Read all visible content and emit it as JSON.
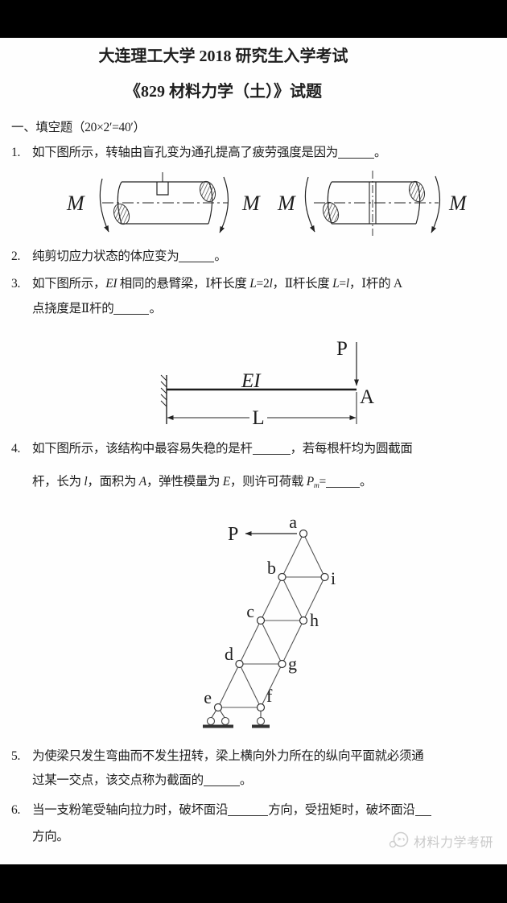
{
  "page": {
    "letterbox_color": "#000000",
    "paper_color": "#fefefe",
    "ink_color": "#1e1e1e",
    "watermark_color": "#c9c9c9"
  },
  "header": {
    "title": "大连理工大学 2018 研究生入学考试",
    "subtitle": "《829 材料力学（土）》试题"
  },
  "section": {
    "heading": "一、填空题（20×2′=40′）"
  },
  "questions": [
    {
      "number": "1.",
      "lines": [
        [
          {
            "text": "如下图所示，转轴由盲孔变为通孔提高了疲劳强度是因为"
          },
          {
            "blank": 45
          },
          {
            "text": "。"
          }
        ]
      ]
    },
    {
      "number": "2.",
      "lines": [
        [
          {
            "text": "纯剪切应力状态的体应变为"
          },
          {
            "blank": 44
          },
          {
            "text": "。"
          }
        ]
      ]
    },
    {
      "number": "3.",
      "lines": [
        [
          {
            "text": "如下图所示，"
          },
          {
            "text": "EI",
            "italic": true
          },
          {
            "text": " 相同的悬臂梁，Ⅰ杆长度 "
          },
          {
            "text": "L",
            "italic": true
          },
          {
            "text": "=2"
          },
          {
            "text": "l",
            "italic": true
          },
          {
            "text": "，Ⅱ杆长度 "
          },
          {
            "text": "L",
            "italic": true
          },
          {
            "text": "="
          },
          {
            "text": "l",
            "italic": true
          },
          {
            "text": "，Ⅰ杆的 A"
          }
        ],
        [
          {
            "text": "点挠度是Ⅱ杆的"
          },
          {
            "blank": 44
          },
          {
            "text": "。"
          }
        ]
      ]
    },
    {
      "number": "4.",
      "lines": [
        [
          {
            "text": "如下图所示，该结构中最容易失稳的是杆"
          },
          {
            "blank": 47
          },
          {
            "text": "，若每根杆均为圆截面"
          }
        ],
        [
          {
            "text": "杆，长为 "
          },
          {
            "text": "l",
            "italic": true
          },
          {
            "text": "，面积为 "
          },
          {
            "text": "A",
            "italic": true
          },
          {
            "text": "，弹性模量为 "
          },
          {
            "text": "E",
            "italic": true
          },
          {
            "text": "，则许可荷载 "
          },
          {
            "text": "P",
            "italic": true
          },
          {
            "text": "m",
            "italic": true,
            "sub": true
          },
          {
            "text": "="
          },
          {
            "blank": 42
          },
          {
            "text": "。"
          }
        ]
      ]
    },
    {
      "number": "5.",
      "lines": [
        [
          {
            "text": "为使梁只发生弯曲而不发生扭转，梁上横向外力所在的纵向平面就必须通"
          }
        ],
        [
          {
            "text": "过某一交点，该交点称为截面的"
          },
          {
            "blank": 45
          },
          {
            "text": "。"
          }
        ]
      ]
    },
    {
      "number": "6.",
      "lines": [
        [
          {
            "text": "当一支粉笔受轴向拉力时，破坏面沿"
          },
          {
            "blank": 50
          },
          {
            "text": "方向，受扭矩时，破坏面沿"
          },
          {
            "blank": 20
          }
        ],
        [
          {
            "text": "方向。"
          }
        ]
      ]
    }
  ],
  "diagrams": {
    "shafts": {
      "moment_label": "M",
      "description": "left shaft with blind hole, right shaft with through hole, each twisted by moments M"
    },
    "beam": {
      "load_label": "P",
      "stiffness_label": "EI",
      "point_label": "A",
      "length_label": "L"
    },
    "truss": {
      "load_label": "P",
      "labels": {
        "a": "a",
        "b": "b",
        "c": "c",
        "d": "d",
        "e": "e",
        "f": "f",
        "g": "g",
        "h": "h",
        "i": "i"
      }
    }
  },
  "watermark": {
    "text": "材料力学考研"
  }
}
